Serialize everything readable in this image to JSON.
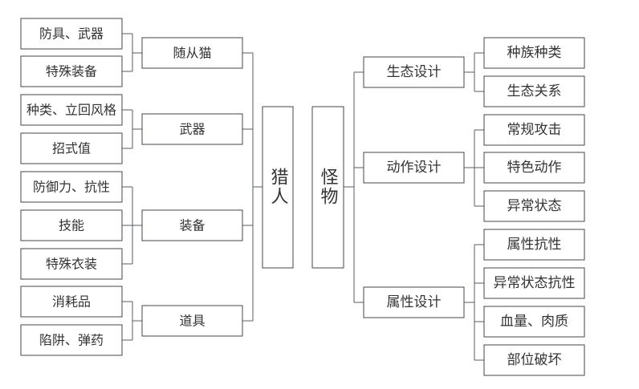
{
  "colors": {
    "box_border": "#41464c",
    "line": "#5a5f66",
    "text": "#333333",
    "background": "#ffffff"
  },
  "hunter": {
    "label": "猎人",
    "groups": [
      {
        "label": "随从猫",
        "items": [
          "防具、武器",
          "特殊装备"
        ]
      },
      {
        "label": "武器",
        "items": [
          "种类、立回风格",
          "招式值"
        ]
      },
      {
        "label": "装备",
        "items": [
          "防御力、抗性",
          "技能",
          "特殊衣装"
        ]
      },
      {
        "label": "道具",
        "items": [
          "消耗品",
          "陷阱、弹药"
        ]
      }
    ]
  },
  "monster": {
    "label": "怪物",
    "groups": [
      {
        "label": "生态设计",
        "items": [
          "种族种类",
          "生态关系"
        ]
      },
      {
        "label": "动作设计",
        "items": [
          "常规攻击",
          "特色动作",
          "异常状态"
        ]
      },
      {
        "label": "属性设计",
        "items": [
          "属性抗性",
          "异常状态抗性",
          "血量、肉质",
          "部位破坏"
        ]
      }
    ]
  }
}
